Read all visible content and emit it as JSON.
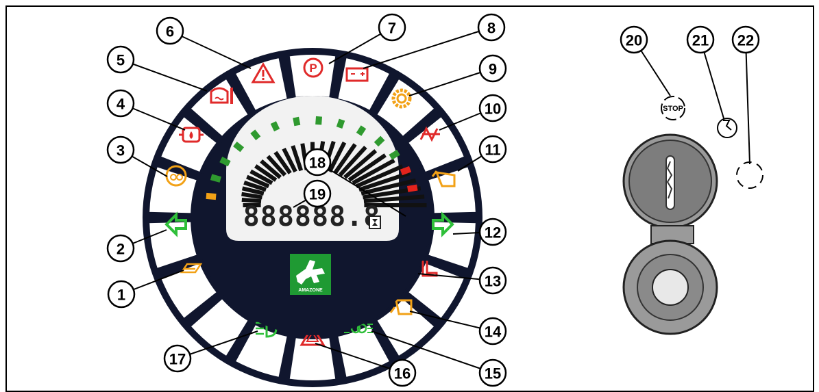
{
  "callouts": [
    {
      "num": "1",
      "name": "callout-1"
    },
    {
      "num": "2",
      "name": "callout-2"
    },
    {
      "num": "3",
      "name": "callout-3"
    },
    {
      "num": "4",
      "name": "callout-4"
    },
    {
      "num": "5",
      "name": "callout-5"
    },
    {
      "num": "6",
      "name": "callout-6"
    },
    {
      "num": "7",
      "name": "callout-7"
    },
    {
      "num": "8",
      "name": "callout-8"
    },
    {
      "num": "9",
      "name": "callout-9"
    },
    {
      "num": "10",
      "name": "callout-10"
    },
    {
      "num": "11",
      "name": "callout-11"
    },
    {
      "num": "12",
      "name": "callout-12"
    },
    {
      "num": "13",
      "name": "callout-13"
    },
    {
      "num": "14",
      "name": "callout-14"
    },
    {
      "num": "15",
      "name": "callout-15"
    },
    {
      "num": "16",
      "name": "callout-16"
    },
    {
      "num": "17",
      "name": "callout-17"
    },
    {
      "num": "18",
      "name": "callout-18"
    },
    {
      "num": "19",
      "name": "callout-19"
    },
    {
      "num": "20",
      "name": "callout-20"
    },
    {
      "num": "21",
      "name": "callout-21"
    },
    {
      "num": "22",
      "name": "callout-22"
    }
  ],
  "display": {
    "digits": "888888.8",
    "hourglass": "⧗"
  },
  "logo": {
    "brand": "AMAZONE"
  },
  "stop_symbol": {
    "label": "STOP"
  },
  "icons": {
    "seg1": "field-mode-icon",
    "seg2": "turn-left-indicator-icon",
    "seg3": "preheat-glow-icon",
    "seg4": "oil-pressure-icon",
    "seg5": "engine-temperature-icon",
    "seg6": "general-warning-icon",
    "seg7": "parking-brake-icon",
    "seg8": "battery-charge-icon",
    "seg9": "gear-malfunction-icon",
    "seg10": "air-filter-icon",
    "seg11": "tipping-hopper-icon",
    "seg12": "turn-right-indicator-icon",
    "seg13": "seat-occupancy-icon",
    "seg14": "hopper-raise-icon",
    "seg15": "side-lights-icon",
    "seg16": "hazard-warning-icon",
    "seg17": "high-beam-icon"
  },
  "colors": {
    "dial": "#10162e",
    "red": "#e02a2a",
    "green": "#2fbf3a",
    "amber": "#f2a116",
    "bar_green": "#2f9a2f",
    "bar_red": "#e3231c",
    "bar_amber": "#f2a116",
    "lcd": "#f2f2f2",
    "logo_green": "#1f9a33",
    "key_grey": "#8a8a8a"
  }
}
